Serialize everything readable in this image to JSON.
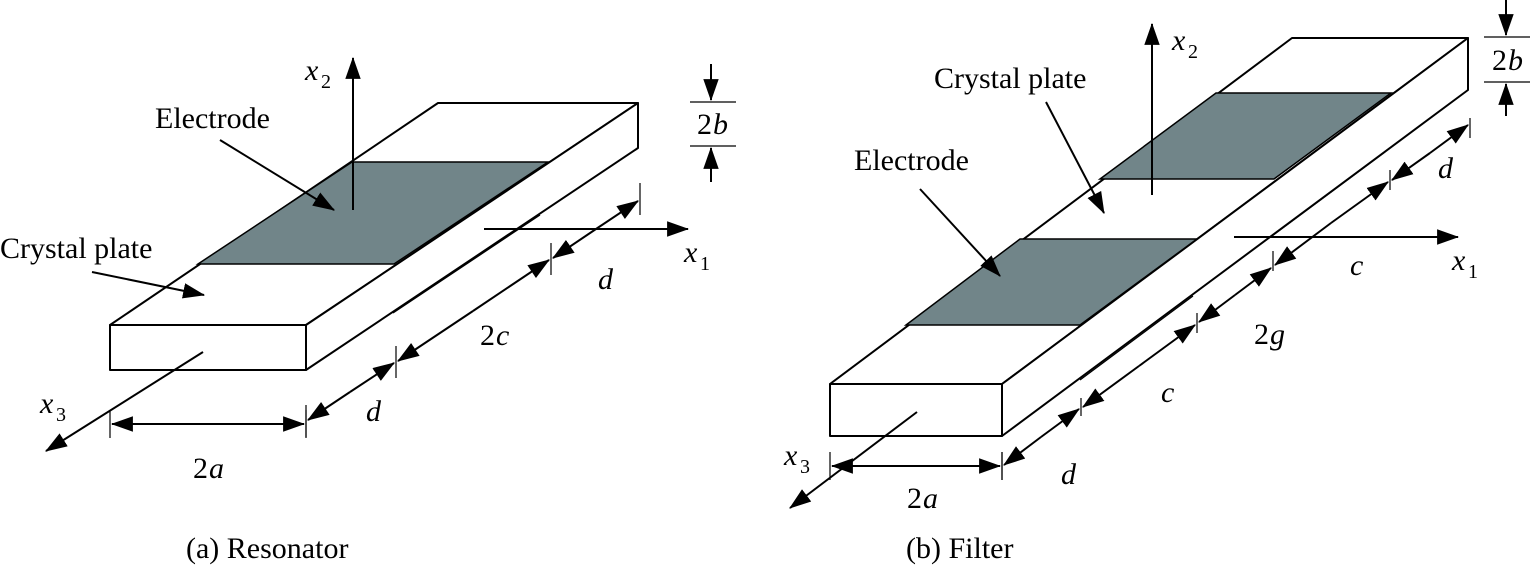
{
  "colors": {
    "electrode": "#718589",
    "line": "#000000",
    "background": "#ffffff"
  },
  "resonator": {
    "caption": "(a) Resonator",
    "electrode_label": "Electrode",
    "plate_label": "Crystal plate",
    "axis_x1": "x",
    "axis_x1_sub": "1",
    "axis_x2": "x",
    "axis_x2_sub": "2",
    "axis_x3": "x",
    "axis_x3_sub": "3",
    "dim_2a": "2",
    "dim_2a_var": "a",
    "dim_2b": "2",
    "dim_2b_var": "b",
    "dim_2c": "2",
    "dim_2c_var": "c",
    "dim_d_front": "d",
    "dim_d_back": "d"
  },
  "filter": {
    "caption": "(b) Filter",
    "electrode_label": "Electrode",
    "plate_label": "Crystal plate",
    "axis_x1": "x",
    "axis_x1_sub": "1",
    "axis_x2": "x",
    "axis_x2_sub": "2",
    "axis_x3": "x",
    "axis_x3_sub": "3",
    "dim_2a": "2",
    "dim_2a_var": "a",
    "dim_2b": "2",
    "dim_2b_var": "b",
    "dim_2g": "2",
    "dim_2g_var": "g",
    "dim_c_front": "c",
    "dim_c_back": "c",
    "dim_d_front": "d",
    "dim_d_back": "d"
  }
}
